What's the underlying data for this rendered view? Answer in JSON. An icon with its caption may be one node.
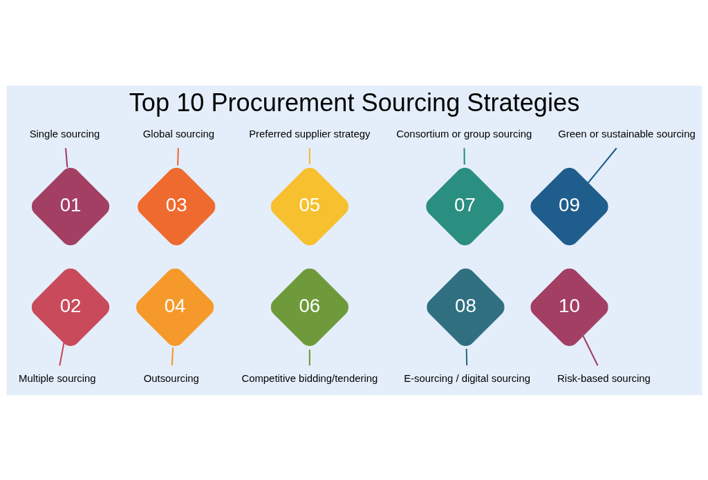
{
  "diagram": {
    "title": "Top 10 Procurement Sourcing Strategies",
    "nodes": [
      {
        "text": [
          "Single sourcing"
        ]
      },
      {
        "text": [
          "Global sourcing"
        ]
      },
      {
        "text": [
          "Preferred supplier strategy"
        ]
      },
      {
        "text": [
          "Consortium or group sourcing"
        ]
      },
      {
        "text": [
          "Green or sustainable sourcing"
        ]
      },
      {
        "text": [
          "01"
        ]
      },
      {
        "text": [
          "02"
        ]
      },
      {
        "text": [
          "03"
        ]
      },
      {
        "text": [
          "04"
        ]
      },
      {
        "text": [
          "05"
        ]
      },
      {
        "text": [
          "06"
        ]
      },
      {
        "text": [
          "07"
        ]
      },
      {
        "text": [
          "08"
        ]
      },
      {
        "text": [
          "09"
        ]
      },
      {
        "text": [
          "10"
        ]
      },
      {
        "text": [
          "Multiple sourcing"
        ]
      },
      {
        "text": [
          "Outsourcing"
        ]
      },
      {
        "text": [
          "Competitive bidding/tendering"
        ]
      },
      {
        "text": [
          "E-sourcing / digital sourcing"
        ]
      },
      {
        "text": [
          "Risk-based sourcing"
        ]
      }
    ],
    "edges": [
      {
        "from": 0,
        "to": 5,
        "arrow": "none",
        "color": "#a23f63"
      },
      {
        "from": 15,
        "to": 6,
        "arrow": "none",
        "color": "#c94a5a"
      },
      {
        "from": 1,
        "to": 7,
        "arrow": "none",
        "color": "#ef6a2e"
      },
      {
        "from": 16,
        "to": 8,
        "arrow": "none",
        "color": "#f59a2a"
      },
      {
        "from": 2,
        "to": 9,
        "arrow": "none",
        "color": "#f2bd2f"
      },
      {
        "from": 17,
        "to": 10,
        "arrow": "none",
        "color": "#6f9a3b"
      },
      {
        "from": 3,
        "to": 11,
        "arrow": "none",
        "color": "#2a8f80"
      },
      {
        "from": 18,
        "to": 12,
        "arrow": "none",
        "color": "#2f6f80"
      },
      {
        "from": 4,
        "to": 13,
        "arrow": "none",
        "color": "#1f5d8c"
      },
      {
        "from": 19,
        "to": 14,
        "arrow": "none",
        "color": "#a23f63"
      }
    ]
  }
}
